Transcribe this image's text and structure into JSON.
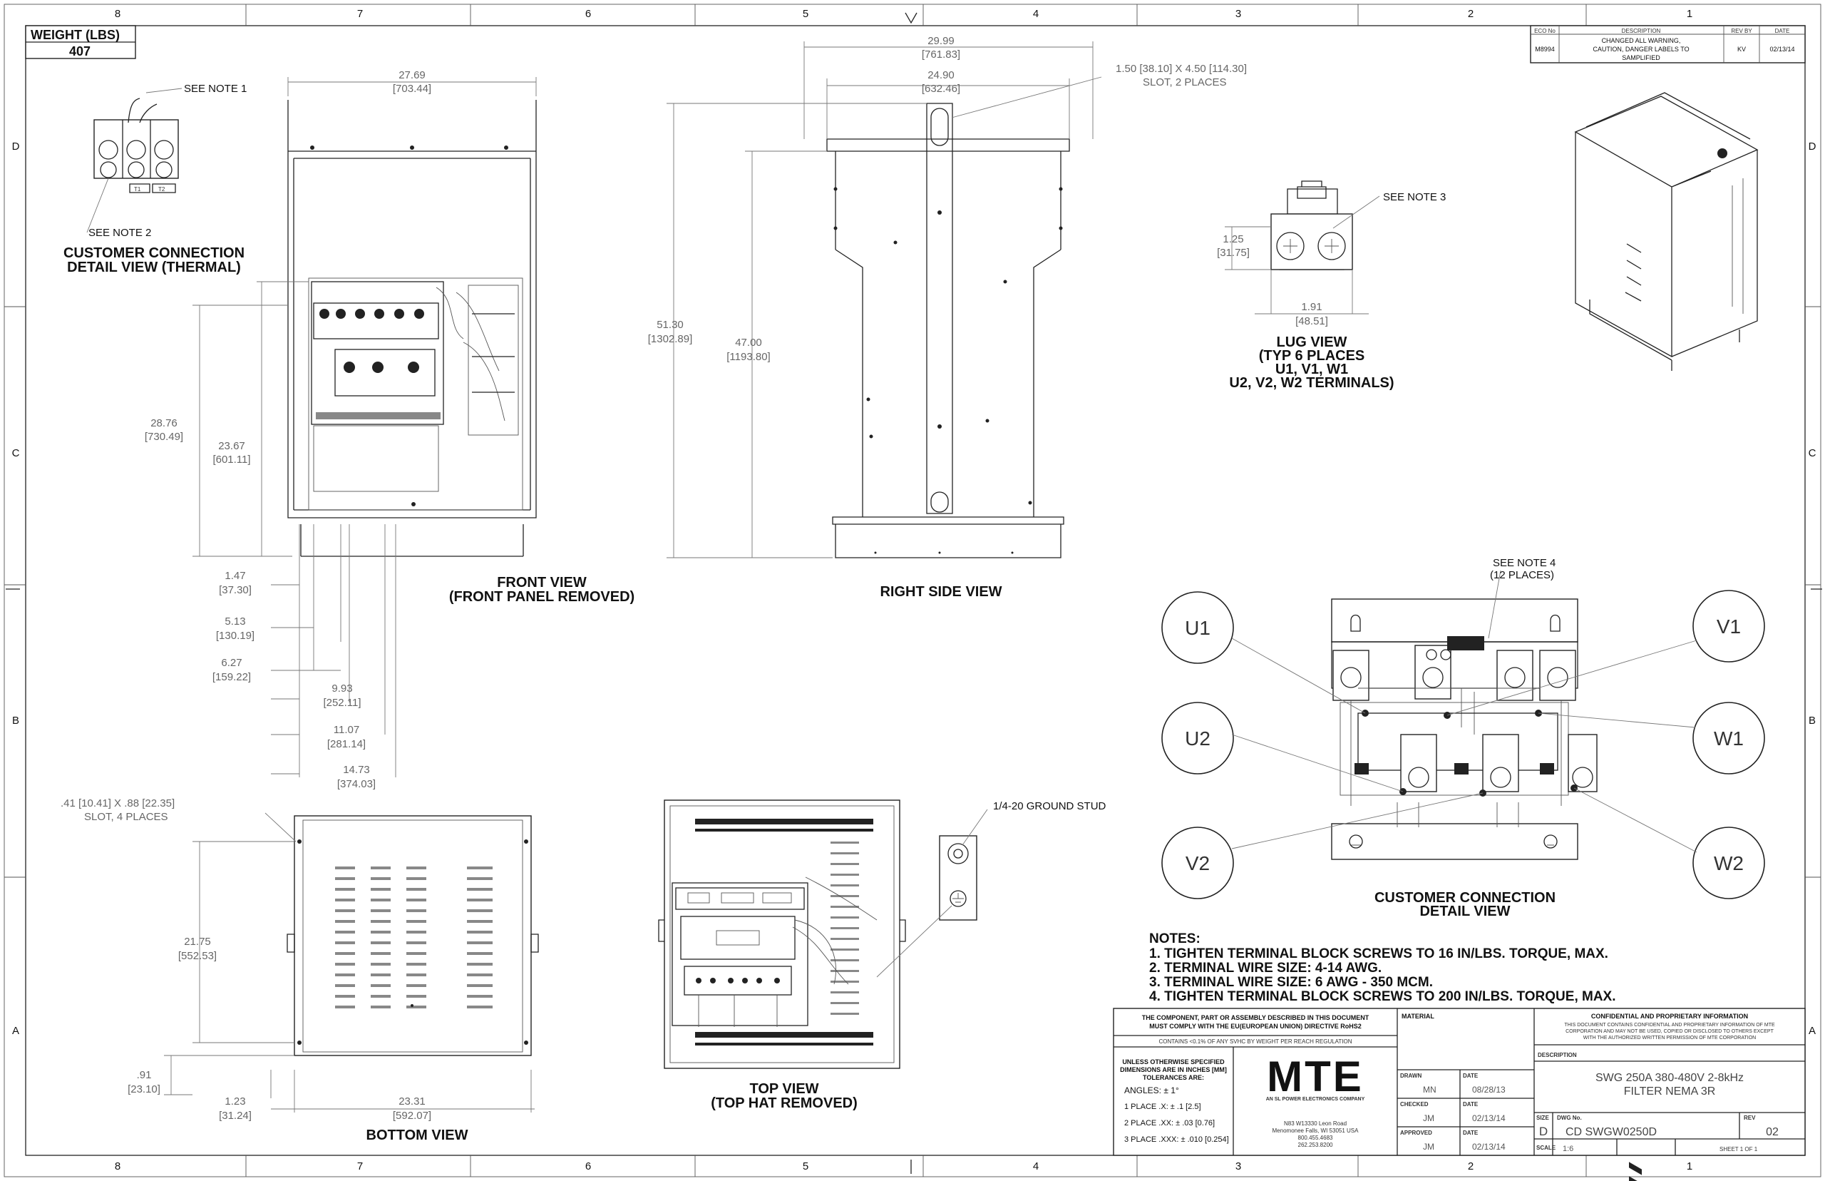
{
  "weight": {
    "label": "WEIGHT (LBS)",
    "value": "407"
  },
  "zones": {
    "top": [
      "8",
      "7",
      "6",
      "5",
      "4",
      "3",
      "2",
      "1"
    ],
    "side": [
      "D",
      "C",
      "B",
      "A"
    ]
  },
  "revision": {
    "headers": [
      "ECO No",
      "DESCRIPTION",
      "REV BY",
      "DATE"
    ],
    "eco": "M8994",
    "desc": [
      "CHANGED ALL WARNING,",
      "CAUTION, DANGER LABELS TO",
      "SAMPLIFIED"
    ],
    "by": "KV",
    "date": "02/13/14"
  },
  "views": {
    "thermal": {
      "note1": "SEE NOTE 1",
      "note2": "SEE NOTE 2",
      "t1": "T1",
      "t2": "T2",
      "title1": "CUSTOMER CONNECTION",
      "title2": "DETAIL VIEW (THERMAL)"
    },
    "front": {
      "title1": "FRONT VIEW",
      "title2": "(FRONT PANEL REMOVED)",
      "dims": [
        {
          "in": "27.69",
          "mm": "[703.44]"
        },
        {
          "in": "28.76",
          "mm": "[730.49]"
        },
        {
          "in": "23.67",
          "mm": "[601.11]"
        },
        {
          "in": "1.47",
          "mm": "[37.30]"
        },
        {
          "in": "5.13",
          "mm": "[130.19]"
        },
        {
          "in": "6.27",
          "mm": "[159.22]"
        },
        {
          "in": "9.93",
          "mm": "[252.11]"
        },
        {
          "in": "11.07",
          "mm": "[281.14]"
        },
        {
          "in": "14.73",
          "mm": "[374.03]"
        }
      ]
    },
    "right": {
      "title": "RIGHT SIDE VIEW",
      "dims": [
        {
          "in": "29.99",
          "mm": "[761.83]"
        },
        {
          "in": "24.90",
          "mm": "[632.46]"
        },
        {
          "in": "51.30",
          "mm": "[1302.89]"
        },
        {
          "in": "47.00",
          "mm": "[1193.80]"
        }
      ],
      "slot1": "1.50 [38.10] X 4.50 [114.30]",
      "slot2": "SLOT, 2 PLACES"
    },
    "lug": {
      "note": "SEE NOTE 3",
      "dims": [
        {
          "in": "1.25",
          "mm": "[31.75]"
        },
        {
          "in": "1.91",
          "mm": "[48.51]"
        }
      ],
      "title": [
        "LUG VIEW",
        "(TYP 6 PLACES",
        "U1, V1, W1",
        "U2, V2, W2 TERMINALS)"
      ]
    },
    "bottom": {
      "title": "BOTTOM VIEW",
      "slot1": ".41 [10.41] X .88 [22.35]",
      "slot2": "SLOT, 4 PLACES",
      "dims": [
        {
          "in": "21.75",
          "mm": "[552.53]"
        },
        {
          "in": ".91",
          "mm": "[23.10]"
        },
        {
          "in": "1.23",
          "mm": "[31.24]"
        },
        {
          "in": "23.31",
          "mm": "[592.07]"
        }
      ]
    },
    "top": {
      "title1": "TOP VIEW",
      "title2": "(TOP HAT REMOVED)",
      "stud": "1/4-20 GROUND STUD"
    },
    "conn": {
      "note1": "SEE NOTE 4",
      "note2": "(12 PLACES)",
      "terminals": [
        "U1",
        "V1",
        "U2",
        "W1",
        "V2",
        "W2"
      ],
      "title1": "CUSTOMER CONNECTION",
      "title2": "DETAIL VIEW"
    }
  },
  "notes": {
    "header": "NOTES:",
    "items": [
      "1.  TIGHTEN TERMINAL BLOCK SCREWS TO 16 IN/LBS. TORQUE, MAX.",
      "2.  TERMINAL WIRE SIZE: 4-14 AWG.",
      "3.  TERMINAL WIRE SIZE: 6 AWG - 350 MCM.",
      "4.  TIGHTEN TERMINAL BLOCK SCREWS TO 200 IN/LBS. TORQUE, MAX."
    ]
  },
  "titleblock": {
    "rohs1": "THE COMPONENT, PART OR ASSEMBLY DESCRIBED IN THIS DOCUMENT",
    "rohs2": "MUST COMPLY WITH THE EU(EUROPEAN UNION) DIRECTIVE RoHS2",
    "reach": "CONTAINS <0.1% OF ANY SVHC BY WEIGHT PER REACH REGULATION",
    "tol": [
      "UNLESS OTHERWISE SPECIFIED",
      "DIMENSIONS ARE IN INCHES [MM]",
      "TOLERANCES ARE:"
    ],
    "angles": "ANGLES: ± 1°",
    "p1": "1 PLACE .X: ± .1 [2.5]",
    "p2": "2 PLACE .XX: ± .03 [0.76]",
    "p3": "3 PLACE .XXX: ± .010 [0.254]",
    "logo": "MTE",
    "tagline": "AN SL POWER ELECTRONICS COMPANY",
    "address": [
      "N83 W13330 Leon Road",
      "Menomonee Falls, WI 53051 USA",
      "800.455.4683",
      "262.253.8200"
    ],
    "material": "MATERIAL",
    "drawn_lbl": "DRAWN",
    "drawn": "MN",
    "drawn_date": "08/28/13",
    "checked_lbl": "CHECKED",
    "checked": "JM",
    "checked_date": "02/13/14",
    "approved_lbl": "APPROVED",
    "approved": "JM",
    "approved_date": "02/13/14",
    "date_lbl": "DATE",
    "conf": [
      "CONFIDENTIAL AND PROPRIETARY INFORMATION",
      "THIS DOCUMENT CONTAINS CONFIDENTIAL AND PROPRIETARY INFORMATION OF MTE",
      "CORPORATION AND MAY NOT BE USED, COPIED OR DISCLOSED TO OTHERS EXCEPT",
      "WITH THE AUTHORIZED WRITTEN PERMISSION OF MTE CORPORATION"
    ],
    "desc_lbl": "DESCRIPTION",
    "desc": [
      "SWG 250A 380-480V 2-8kHz",
      "FILTER NEMA 3R"
    ],
    "size_lbl": "SIZE",
    "size": "D",
    "dwg_lbl": "DWG No.",
    "dwg": "CD SWGW0250D",
    "rev_lbl": "REV",
    "rev": "02",
    "scale_lbl": "SCALE",
    "scale": "1:6",
    "sheet": "SHEET 1  OF 1"
  }
}
